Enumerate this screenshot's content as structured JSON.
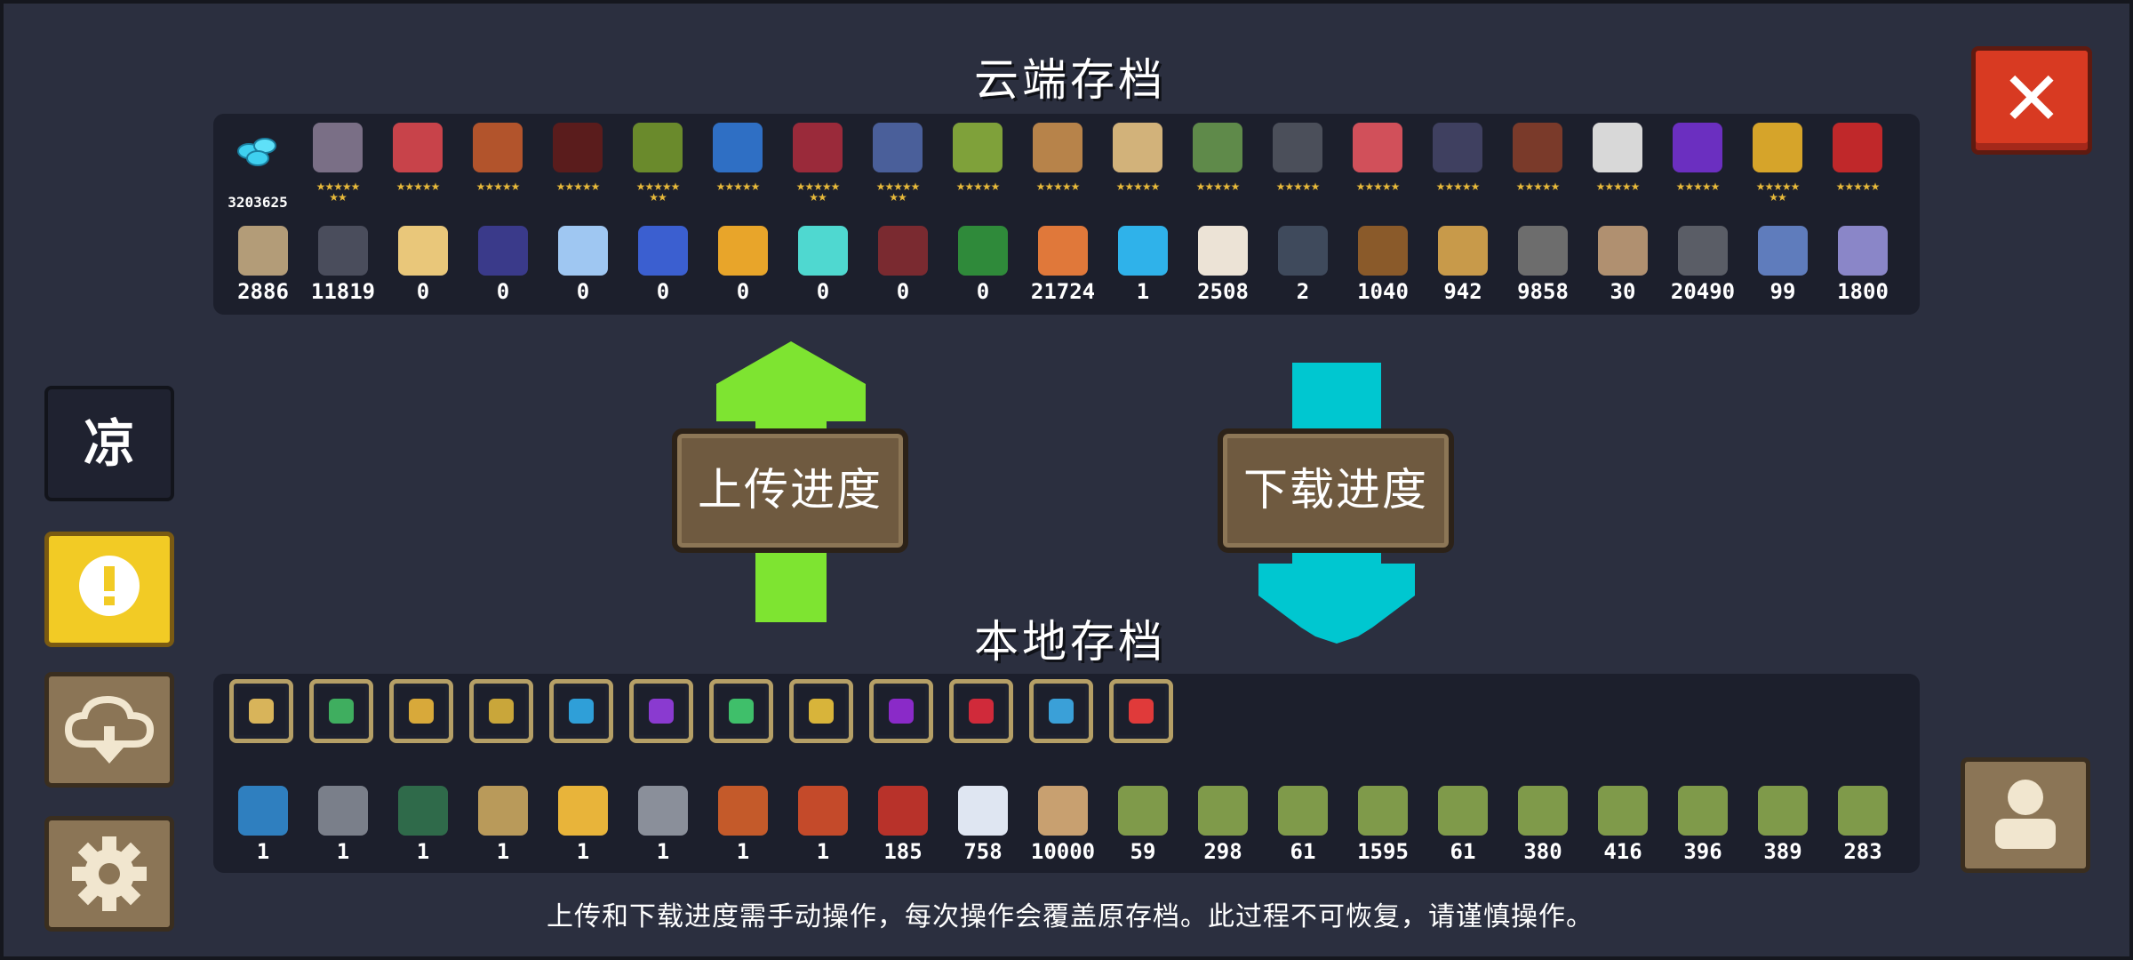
{
  "cloud_title": "云端存档",
  "local_title": "本地存档",
  "upload_button": "上传进度",
  "download_button": "下载进度",
  "footer_note": "上传和下载进度需手动操作，每次操作会覆盖原存档。此过程不可恢复，请谨慎操作。",
  "sidebar": {
    "tap_label": "凉",
    "notice_icon": "!"
  },
  "close_label": "✕",
  "colors": {
    "upload_arrow": "#7ee431",
    "download_arrow": "#00c7d0",
    "close": "#d83a22",
    "notice": "#f2cb25",
    "wood": "#8b7556",
    "star": "#e7b93a"
  },
  "cloud": {
    "gem_count": "3203625",
    "characters": [
      {
        "name": "knight",
        "stars_top": "★★★★★",
        "stars_bottom": "★★",
        "color": "#7a6f86"
      },
      {
        "name": "rogue",
        "stars_top": "★★★★★",
        "stars_bottom": "",
        "color": "#c8434a"
      },
      {
        "name": "witch",
        "stars_top": "★★★★★",
        "stars_bottom": "",
        "color": "#b2542c"
      },
      {
        "name": "assassin",
        "stars_top": "★★★★★",
        "stars_bottom": "",
        "color": "#5a1c1c"
      },
      {
        "name": "engineer",
        "stars_top": "★★★★★",
        "stars_bottom": "★★",
        "color": "#6a8a2c"
      },
      {
        "name": "robot",
        "stars_top": "★★★★★",
        "stars_bottom": "",
        "color": "#2f6fc4"
      },
      {
        "name": "vampire",
        "stars_top": "★★★★★",
        "stars_bottom": "★★",
        "color": "#9a2a3a"
      },
      {
        "name": "paladin",
        "stars_top": "★★★★★",
        "stars_bottom": "★★",
        "color": "#4a5f9a"
      },
      {
        "name": "elf",
        "stars_top": "★★★★★",
        "stars_bottom": "",
        "color": "#7fa13a"
      },
      {
        "name": "werewolf",
        "stars_top": "★★★★★",
        "stars_bottom": "",
        "color": "#b7834a"
      },
      {
        "name": "priestess",
        "stars_top": "★★★★★",
        "stars_bottom": "",
        "color": "#d2b27a"
      },
      {
        "name": "druid",
        "stars_top": "★★★★★",
        "stars_bottom": "",
        "color": "#5f8a4a"
      },
      {
        "name": "berserker",
        "stars_top": "★★★★★",
        "stars_bottom": "",
        "color": "#4b4f5a"
      },
      {
        "name": "taoist",
        "stars_top": "★★★★★",
        "stars_bottom": "",
        "color": "#d1505a"
      },
      {
        "name": "necromancer",
        "stars_top": "★★★★★",
        "stars_bottom": "",
        "color": "#3f4060"
      },
      {
        "name": "officer",
        "stars_top": "★★★★★",
        "stars_bottom": "",
        "color": "#7a3a2a"
      },
      {
        "name": "swordsman",
        "stars_top": "★★★★★",
        "stars_bottom": "",
        "color": "#d8d8d8"
      },
      {
        "name": "wizard",
        "stars_top": "★★★★★",
        "stars_bottom": "",
        "color": "#6b2fc0"
      },
      {
        "name": "airbender",
        "stars_top": "★★★★★",
        "stars_bottom": "★★",
        "color": "#d6a42a"
      },
      {
        "name": "demonmaster",
        "stars_top": "★★★★★",
        "stars_bottom": "",
        "color": "#c0282a"
      }
    ],
    "materials": [
      {
        "name": "fish-scale",
        "count": "2886",
        "color": "#b39c78"
      },
      {
        "name": "battery",
        "count": "11819",
        "color": "#4a4d5c"
      },
      {
        "name": "holy-scroll",
        "count": "0",
        "color": "#e9c77a"
      },
      {
        "name": "dark-tome",
        "count": "0",
        "color": "#3a3a8a"
      },
      {
        "name": "ice-crystal",
        "count": "0",
        "color": "#9fc7f2"
      },
      {
        "name": "magic-orb",
        "count": "0",
        "color": "#3b5fd0"
      },
      {
        "name": "gold-coin",
        "count": "0",
        "color": "#e8a52a"
      },
      {
        "name": "spirit-gem",
        "count": "0",
        "color": "#4fd8d0"
      },
      {
        "name": "bat-wing",
        "count": "0",
        "color": "#7a2a30"
      },
      {
        "name": "green-scroll",
        "count": "0",
        "color": "#2f8a3a"
      },
      {
        "name": "meat",
        "count": "21724",
        "color": "#e0783a"
      },
      {
        "name": "blue-core",
        "count": "1",
        "color": "#2fb2ea"
      },
      {
        "name": "flour-sack",
        "count": "2508",
        "color": "#ece3d6"
      },
      {
        "name": "feather-coin",
        "count": "2",
        "color": "#3f4a5c"
      },
      {
        "name": "wood-log",
        "count": "1040",
        "color": "#8a5a2a"
      },
      {
        "name": "horn",
        "count": "942",
        "color": "#c89a4a"
      },
      {
        "name": "gear",
        "count": "9858",
        "color": "#6d6d6d"
      },
      {
        "name": "map-crate",
        "count": "30",
        "color": "#b09070"
      },
      {
        "name": "ore",
        "count": "20490",
        "color": "#5a5d66"
      },
      {
        "name": "cloth",
        "count": "99",
        "color": "#5f7cbc"
      },
      {
        "name": "dark-shard",
        "count": "1800",
        "color": "#8a86c8"
      }
    ]
  },
  "local": {
    "badges": [
      {
        "name": "gold-x-badge",
        "color": "#d8b45a"
      },
      {
        "name": "green-mask-badge",
        "color": "#3fae5f"
      },
      {
        "name": "gold-gun-badge",
        "color": "#d8a93a"
      },
      {
        "name": "gold-blade-badge",
        "color": "#c9a63a"
      },
      {
        "name": "blue-robot-badge",
        "color": "#2f9fd8"
      },
      {
        "name": "purple-crown-badge",
        "color": "#8a3ad0"
      },
      {
        "name": "green-spirit-badge",
        "color": "#3fbf6a"
      },
      {
        "name": "gold-face-badge",
        "color": "#d8b43a"
      },
      {
        "name": "purple-demon-badge",
        "color": "#8a2ac8"
      },
      {
        "name": "red-sword-badge",
        "color": "#d02a3a"
      },
      {
        "name": "blue-plate-badge",
        "color": "#3aa0d8"
      },
      {
        "name": "red-comet-badge",
        "color": "#e03a3a"
      }
    ],
    "items": [
      {
        "name": "blue-blueprint",
        "count": "1",
        "color": "#2f7fbf"
      },
      {
        "name": "grey-blueprint",
        "count": "1",
        "color": "#7a7f8a"
      },
      {
        "name": "green-blueprint",
        "count": "1",
        "color": "#2f6a4a"
      },
      {
        "name": "gold-blueprint",
        "count": "1",
        "color": "#b99a5a"
      },
      {
        "name": "gold-pen",
        "count": "1",
        "color": "#e8b43a"
      },
      {
        "name": "grey-plate",
        "count": "1",
        "color": "#8a8f9a"
      },
      {
        "name": "dragon-map",
        "count": "1",
        "color": "#c45a2a"
      },
      {
        "name": "red-book",
        "count": "1",
        "color": "#c44a2a"
      },
      {
        "name": "ticket",
        "count": "185",
        "color": "#b8322a"
      },
      {
        "name": "feather",
        "count": "758",
        "color": "#dfe6f2"
      },
      {
        "name": "wood-plank",
        "count": "10000",
        "color": "#c8a070"
      },
      {
        "name": "seed-plain",
        "count": "59",
        "color": "#7f9a4a"
      },
      {
        "name": "seed-twig",
        "count": "298",
        "color": "#7f9a4a"
      },
      {
        "name": "seed-leaf",
        "count": "61",
        "color": "#7f9a4a"
      },
      {
        "name": "seed-carrot",
        "count": "1595",
        "color": "#7f9a4a"
      },
      {
        "name": "seed-flower",
        "count": "61",
        "color": "#7f9a4a"
      },
      {
        "name": "seed-blue",
        "count": "380",
        "color": "#7f9a4a"
      },
      {
        "name": "seed-red",
        "count": "416",
        "color": "#7f9a4a"
      },
      {
        "name": "seed-rose",
        "count": "396",
        "color": "#7f9a4a"
      },
      {
        "name": "seed-green",
        "count": "389",
        "color": "#7f9a4a"
      },
      {
        "name": "seed-sparkle",
        "count": "283",
        "color": "#7f9a4a"
      }
    ]
  }
}
